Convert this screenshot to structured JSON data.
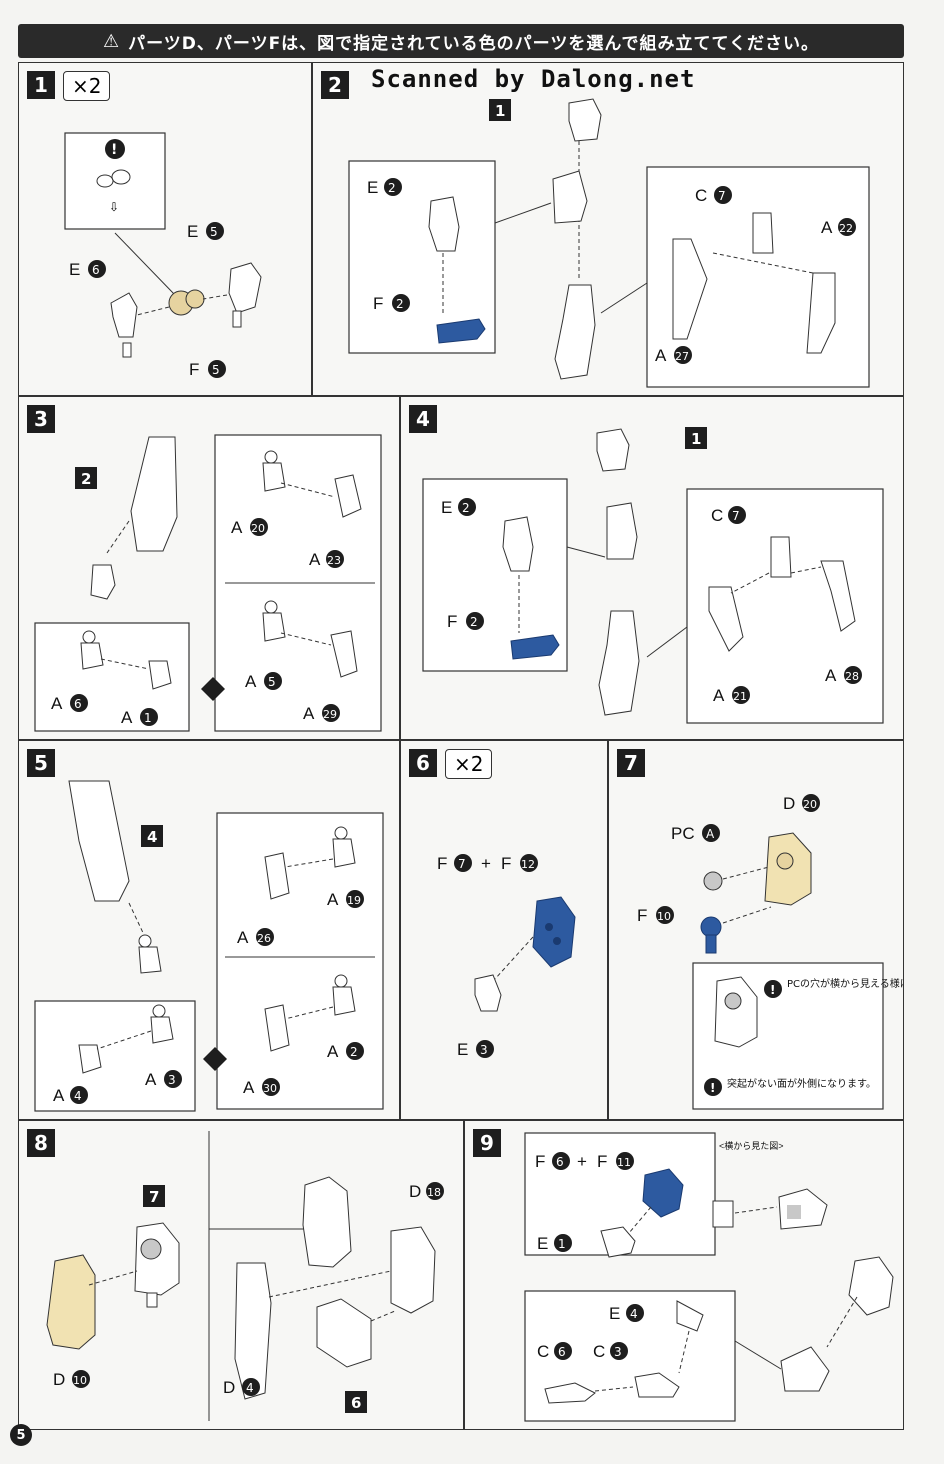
{
  "banner": {
    "text": "パーツD、パーツFは、図で指定されている色のパーツを選んで組み立ててください。"
  },
  "watermark": "Scanned by Dalong.net",
  "steps": [
    {
      "num": "1",
      "mult": "×2",
      "labels": [
        "E",
        "6",
        "E",
        "5",
        "F",
        "5"
      ]
    },
    {
      "num": "2",
      "labels": [
        "1",
        "E",
        "2",
        "F",
        "2",
        "C",
        "7",
        "A",
        "22",
        "A",
        "27"
      ]
    },
    {
      "num": "3",
      "labels": [
        "2",
        "A",
        "20",
        "A",
        "23",
        "A",
        "5",
        "A",
        "29",
        "A",
        "6",
        "A",
        "1"
      ]
    },
    {
      "num": "4",
      "labels": [
        "1",
        "E",
        "2",
        "F",
        "2",
        "C",
        "7",
        "A",
        "21",
        "A",
        "28"
      ]
    },
    {
      "num": "5",
      "labels": [
        "4",
        "A",
        "19",
        "A",
        "26",
        "A",
        "2",
        "A",
        "30",
        "A",
        "4",
        "A",
        "3"
      ]
    },
    {
      "num": "6",
      "mult": "×2",
      "labels": [
        "F",
        "7",
        "+",
        "F",
        "12",
        "E",
        "3"
      ]
    },
    {
      "num": "7",
      "labels": [
        "D",
        "20",
        "PC",
        "A",
        "F",
        "10"
      ],
      "note1": "PCの穴が横から見える様にします。",
      "note2": "突起がない面が外側になります。"
    },
    {
      "num": "8",
      "labels": [
        "7",
        "D",
        "10",
        "D",
        "18",
        "D",
        "4",
        "6"
      ]
    },
    {
      "num": "9",
      "labels": [
        "F",
        "6",
        "+",
        "F",
        "11",
        "E",
        "1",
        "E",
        "4",
        "C",
        "6",
        "C",
        "3"
      ],
      "side_view": "<横から見た図>"
    }
  ],
  "page": "5",
  "colors": {
    "blue": "#2d5aa0",
    "cream": "#f1e2b2",
    "grey": "#c8c8c8",
    "dark": "#1e1e1e"
  },
  "icons": [
    "warning-icon",
    "exclamation-icon",
    "arrow-down-icon"
  ]
}
